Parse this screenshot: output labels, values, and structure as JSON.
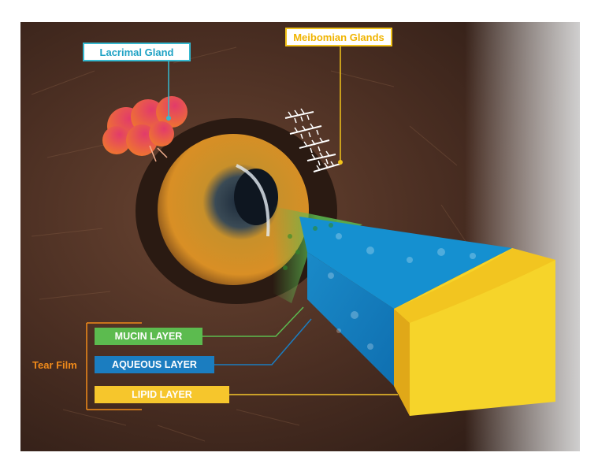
{
  "labels": {
    "lacrimal": "Lacrimal Gland",
    "meibomian": "Meibomian Glands",
    "tear_film": "Tear Film",
    "mucin": "MUCIN LAYER",
    "aqueous": "AQUEOUS LAYER",
    "lipid": "LIPID LAYER"
  },
  "colors": {
    "lacrimal": "#35b8cf",
    "meibomian": "#f2c31a",
    "tear_film": "#f08a1a",
    "mucin": "#5cbb4f",
    "aqueous": "#1b7dc0",
    "lipid": "#f6c62c"
  }
}
